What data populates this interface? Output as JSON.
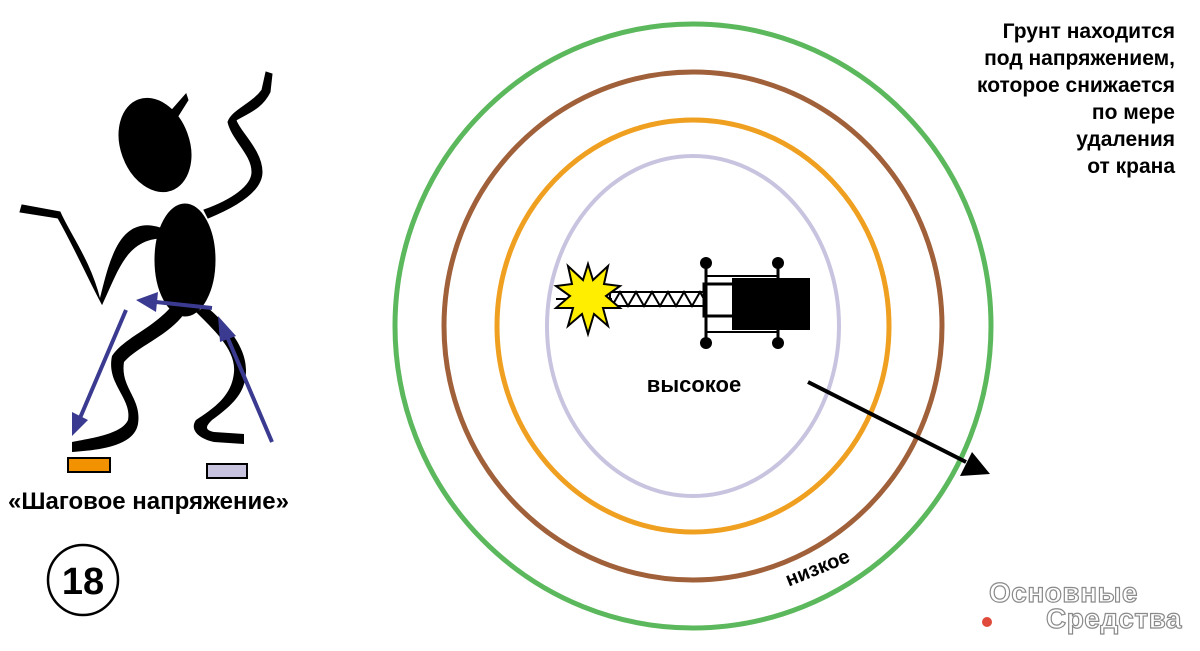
{
  "figure_number": "18",
  "step_voltage_caption": "«Шаговое напряжение»",
  "info_lines": [
    "Грунт находится",
    "под напряжением,",
    "которое снижается",
    "по мере",
    "удаления",
    "от крана"
  ],
  "zone_high_label": "высокое",
  "zone_low_label": "низкое",
  "logo": {
    "line1": "Основные",
    "line2": "Средства"
  },
  "colors": {
    "ring_inner": "#c8c4e0",
    "ring_orange": "#f0a020",
    "ring_brown": "#a0603a",
    "ring_green": "#5cb85c",
    "arrow_blue": "#3a3a90",
    "foot_left_pad": "#f39200",
    "foot_right_pad": "#c8c4e0",
    "spark": "#ffee00"
  }
}
